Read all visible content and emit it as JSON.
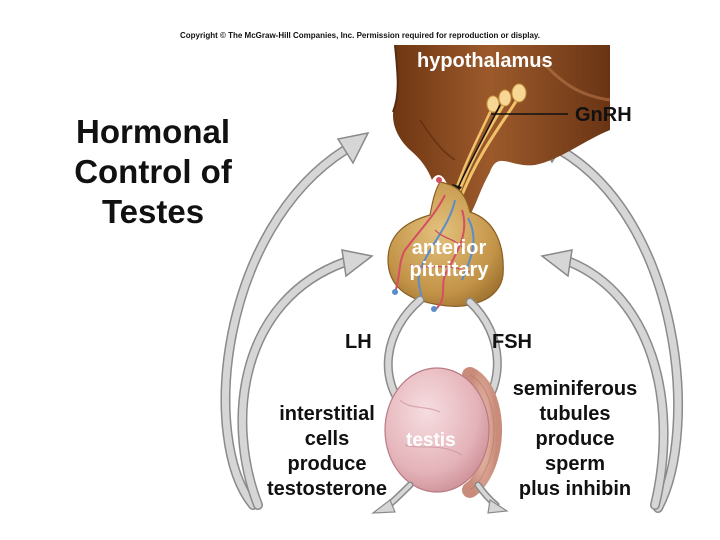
{
  "copyright": "Copyright © The McGraw-Hill Companies, Inc. Permission required for reproduction or display.",
  "title": [
    "Hormonal",
    "Control of",
    "Testes"
  ],
  "labels": {
    "hypothalamus": "hypothalamus",
    "gnrh": "GnRH",
    "anterior_pituitary": [
      "anterior",
      "pituitary"
    ],
    "lh": "LH",
    "fsh": "FSH",
    "testis": "testis",
    "interstitial": [
      "interstitial",
      "cells",
      "produce",
      "testosterone"
    ],
    "seminiferous": [
      "seminiferous",
      "tubules",
      "produce",
      "sperm",
      "plus inhibin"
    ]
  },
  "colors": {
    "brain": "#8e4e23",
    "brain_dark": "#5e2c10",
    "pituitary": "#c99a50",
    "testis": "#e9bfc4",
    "arrow_fill": "#d3d3d3",
    "arrow_edge": "#8a8a8a"
  }
}
